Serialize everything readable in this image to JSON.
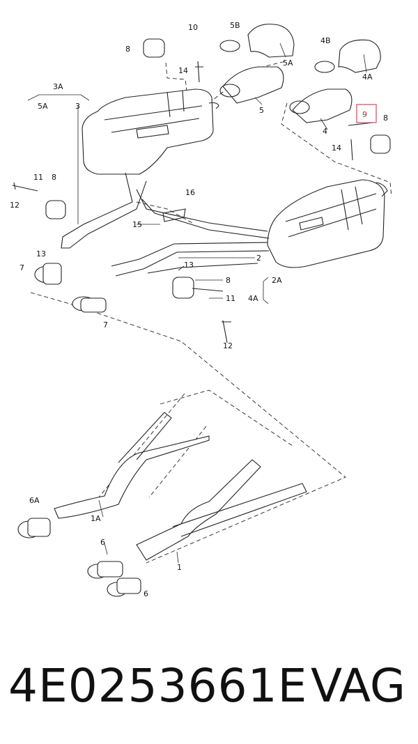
{
  "diagram": {
    "labels": {
      "l10": "10",
      "l8a": "8",
      "l14a": "14",
      "l5B": "5B",
      "l5A_top": "5A",
      "l5": "5",
      "l4B": "4B",
      "l4A_top": "4A",
      "l4": "4",
      "l9": "9",
      "l8b": "8",
      "l14b": "14",
      "l3A": "3A",
      "l5A_left": "5A",
      "l3": "3",
      "l11a": "11",
      "l8c": "8",
      "l12a": "12",
      "l13a": "13",
      "l7a": "7",
      "l16": "16",
      "l15": "15",
      "l2": "2",
      "l13b": "13",
      "l8d": "8",
      "l2A": "2A",
      "l11b": "11",
      "l4A_mid": "4A",
      "l12b": "12",
      "l7b": "7",
      "l6A": "6A",
      "l1A": "1A",
      "l6a": "6",
      "l1": "1",
      "l6b": "6"
    },
    "highlight_color": "#e06070"
  },
  "footer": {
    "part_number": "4E0253661E",
    "brand": "VAG"
  }
}
